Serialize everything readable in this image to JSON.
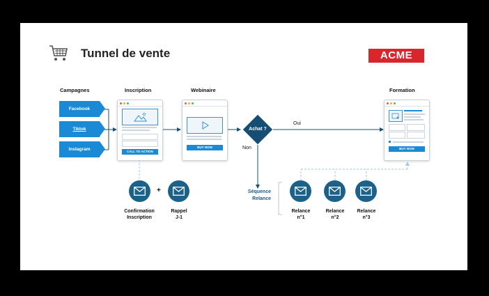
{
  "header": {
    "title": "Tunnel de vente",
    "logo_text": "ACME",
    "icon": "shopping-cart-icon"
  },
  "columns": {
    "campagnes": "Campagnes",
    "inscription": "Inscription",
    "webinaire": "Webinaire",
    "formation": "Formation"
  },
  "campaigns": [
    "Facebook",
    "Tiktok",
    "Instagram"
  ],
  "mockups": {
    "inscription_button": "CALL TO ACTION",
    "webinaire_button": "BUY NOW",
    "formation_button": "BUY NOW"
  },
  "decision": {
    "label": "Achat ?",
    "yes": "Oui",
    "no": "Non"
  },
  "emails": {
    "plus": "+",
    "confirmation": "Confirmation\nInscription",
    "rappel": "Rappel\nJ-1",
    "sequence": "Séquence\nRelance",
    "relances": [
      "Relance\nn°1",
      "Relance\nn°2",
      "Relance\nn°3"
    ]
  },
  "colors": {
    "campaign_blue": "#1a8ad6",
    "dark_blue": "#154e74",
    "logo_red": "#d9262c"
  }
}
